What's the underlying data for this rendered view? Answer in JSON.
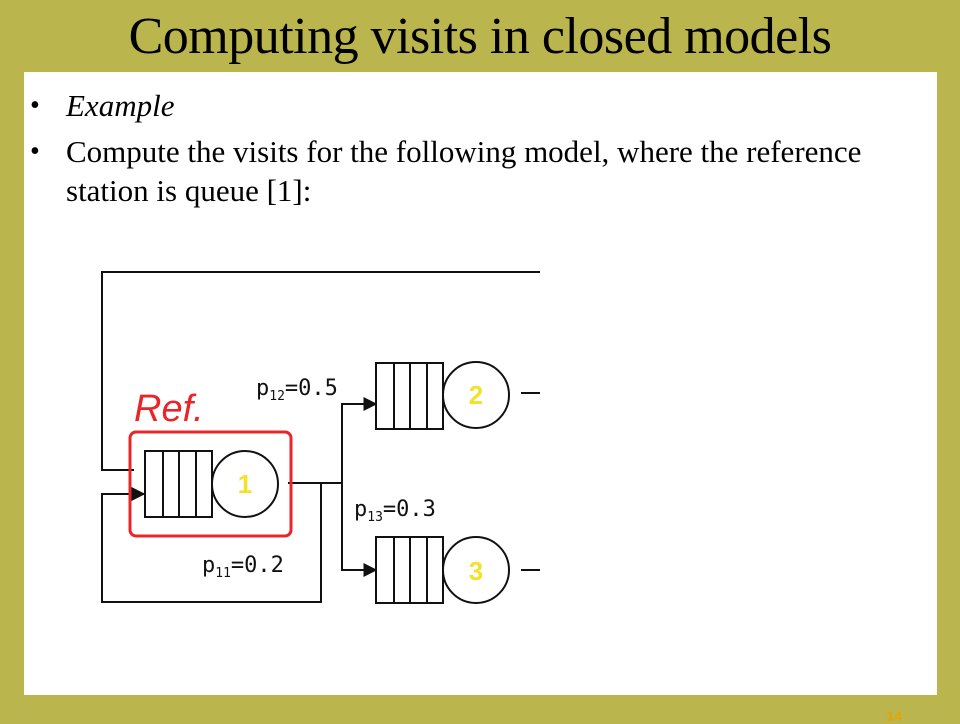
{
  "slide": {
    "title": "Computing visits in closed models",
    "page_number": "14"
  },
  "bullets": [
    {
      "text": "Example"
    },
    {
      "text": "Compute the visits for the following model, where the reference station is queue [1]:"
    }
  ],
  "diagram": {
    "ref_label": "Ref.",
    "stations": [
      {
        "label": "1"
      },
      {
        "label": "2"
      },
      {
        "label": "3"
      }
    ],
    "probabilities": {
      "p12": {
        "sym": "p",
        "sub": "12",
        "val": "=0.5"
      },
      "p13": {
        "sym": "p",
        "sub": "13",
        "val": "=0.3"
      },
      "p11": {
        "sym": "p",
        "sub": "11",
        "val": "=0.2"
      }
    },
    "colors": {
      "ref": "#e8262a",
      "station_label": "#f2e22a",
      "line": "#111111"
    }
  }
}
